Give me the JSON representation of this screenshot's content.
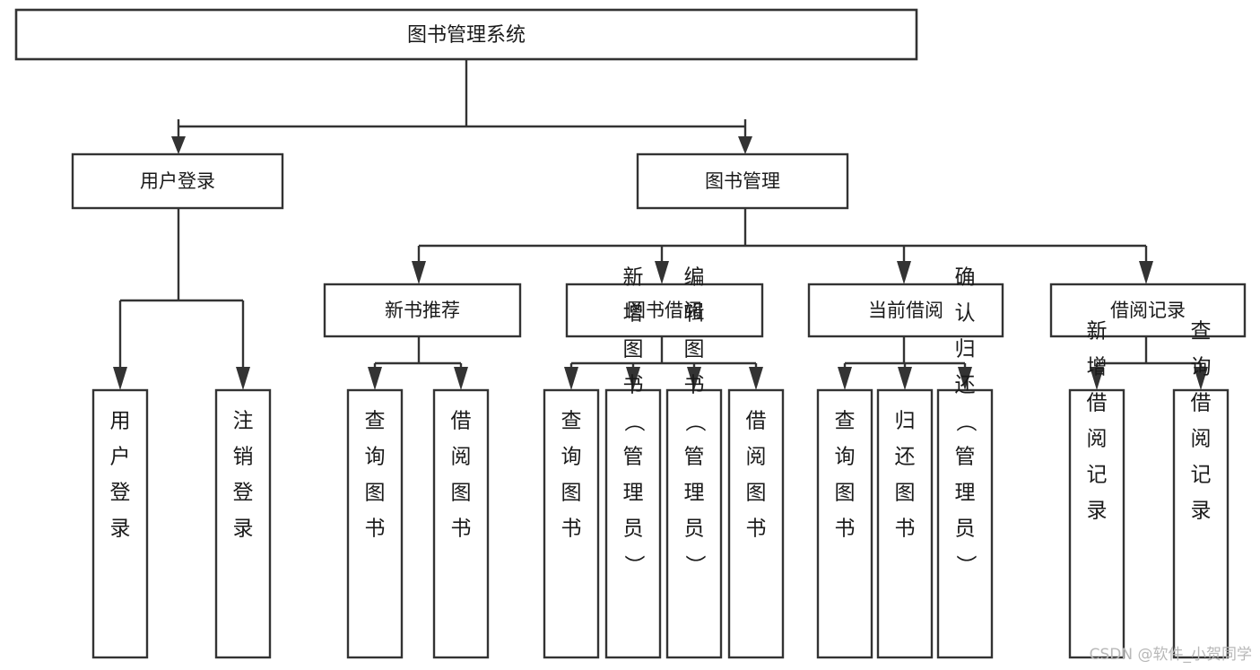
{
  "diagram": {
    "title": "图书管理系统",
    "type": "tree-hierarchy",
    "orientation": "top-down",
    "root": {
      "id": "root",
      "label": "图书管理系统",
      "text_direction": "horizontal"
    },
    "level2": [
      {
        "id": "user-login",
        "label": "用户登录",
        "text_direction": "horizontal"
      },
      {
        "id": "book-manage",
        "label": "图书管理",
        "text_direction": "horizontal"
      }
    ],
    "level3": [
      {
        "id": "new-book-recommend",
        "label": "新书推荐",
        "text_direction": "horizontal",
        "parent": "book-manage"
      },
      {
        "id": "book-borrow",
        "label": "图书借阅",
        "text_direction": "horizontal",
        "parent": "book-manage"
      },
      {
        "id": "current-borrow",
        "label": "当前借阅",
        "text_direction": "horizontal",
        "parent": "book-manage"
      },
      {
        "id": "borrow-record",
        "label": "借阅记录",
        "text_direction": "horizontal",
        "parent": "book-manage"
      }
    ],
    "leaves": {
      "user-login": [
        {
          "id": "leaf-user-login",
          "label": "用户登录",
          "text_direction": "vertical"
        },
        {
          "id": "leaf-logout",
          "label": "注销登录",
          "text_direction": "vertical"
        }
      ],
      "new-book-recommend": [
        {
          "id": "leaf-query-book-1",
          "label": "查询图书",
          "text_direction": "vertical"
        },
        {
          "id": "leaf-borrow-book-1",
          "label": "借阅图书",
          "text_direction": "vertical"
        }
      ],
      "book-borrow": [
        {
          "id": "leaf-query-book-2",
          "label": "查询图书",
          "text_direction": "vertical"
        },
        {
          "id": "leaf-add-book",
          "label": "新增图书（管理员）",
          "text_direction": "vertical"
        },
        {
          "id": "leaf-edit-book",
          "label": "编辑图书（管理员）",
          "text_direction": "vertical"
        },
        {
          "id": "leaf-borrow-book-2",
          "label": "借阅图书",
          "text_direction": "vertical"
        }
      ],
      "current-borrow": [
        {
          "id": "leaf-query-book-3",
          "label": "查询图书",
          "text_direction": "vertical"
        },
        {
          "id": "leaf-return-book",
          "label": "归还图书",
          "text_direction": "vertical"
        },
        {
          "id": "leaf-confirm-return",
          "label": "确认归还（管理员）",
          "text_direction": "vertical"
        }
      ],
      "borrow-record": [
        {
          "id": "leaf-add-record",
          "label": "新增借阅记录",
          "text_direction": "vertical"
        },
        {
          "id": "leaf-query-record",
          "label": "查询借阅记录",
          "text_direction": "vertical"
        }
      ]
    },
    "colors": {
      "background": "#ffffff",
      "box_fill": "#ffffff",
      "box_stroke": "#333333",
      "text": "#1a1a1a",
      "connector": "#333333",
      "watermark": "#b8b8b8"
    }
  },
  "watermark": {
    "text": "CSDN @软件_小贺同学"
  }
}
